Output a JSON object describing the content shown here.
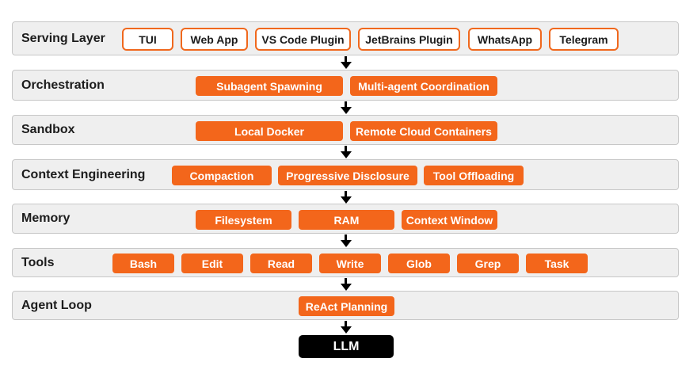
{
  "colors": {
    "accent": "#f3661b",
    "layer_background": "#efefef",
    "layer_border": "#c7c7c7",
    "base_box": "#000000"
  },
  "layers": [
    {
      "label": "Serving Layer",
      "items": [
        "TUI",
        "Web App",
        "VS Code Plugin",
        "JetBrains Plugin",
        "WhatsApp",
        "Telegram"
      ]
    },
    {
      "label": "Orchestration",
      "items": [
        "Subagent Spawning",
        "Multi-agent Coordination"
      ]
    },
    {
      "label": "Sandbox",
      "items": [
        "Local Docker",
        "Remote Cloud Containers"
      ]
    },
    {
      "label": "Context Engineering",
      "items": [
        "Compaction",
        "Progressive Disclosure",
        "Tool Offloading"
      ]
    },
    {
      "label": "Memory",
      "items": [
        "Filesystem",
        "RAM",
        "Context Window"
      ]
    },
    {
      "label": "Tools",
      "items": [
        "Bash",
        "Edit",
        "Read",
        "Write",
        "Glob",
        "Grep",
        "Task"
      ]
    },
    {
      "label": "Agent Loop",
      "items": [
        "ReAct Planning"
      ]
    }
  ],
  "base": {
    "label": "LLM"
  }
}
